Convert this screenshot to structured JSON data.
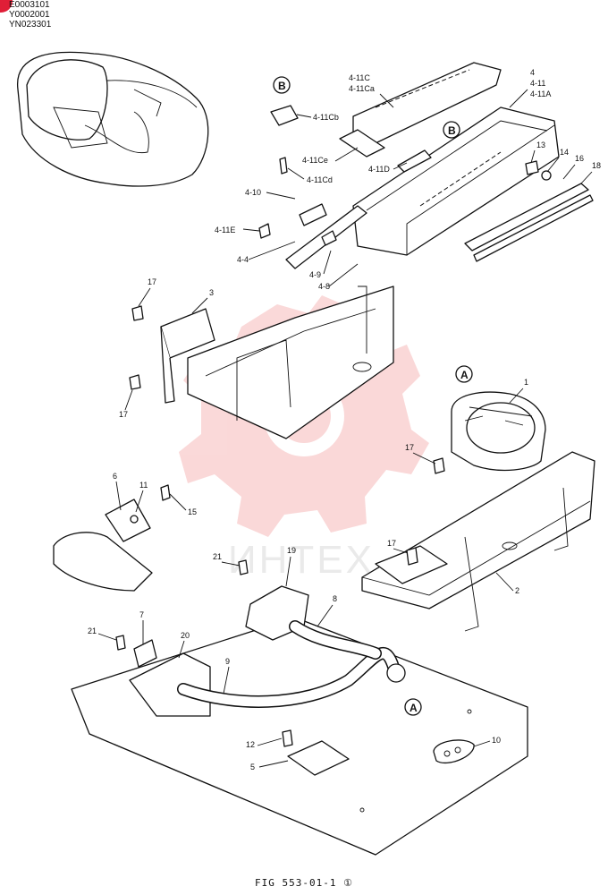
{
  "header": {
    "codes": [
      "E0003101",
      "Y0002001",
      "YN023301"
    ]
  },
  "watermark": {
    "text": "ИНТЕХ",
    "color": "#f2a6a6"
  },
  "accent_color": "#e01e37",
  "caption": "FIG 553-01-1 ①",
  "circle_labels": {
    "A": "A",
    "B": "B"
  },
  "callouts": {
    "c4": "4",
    "c4_11": "4-11",
    "c4_11A": "4-11A",
    "c4_11C": "4-11C",
    "c4_11Ca": "4-11Ca",
    "c4_11Cb": "4-11Cb",
    "c4_11Cd": "4-11Cd",
    "c4_11Ce": "4-11Ce",
    "c4_11D": "4-11D",
    "c4_11E": "4-11E",
    "c4_10": "4-10",
    "c4_4": "4-4",
    "c4_9": "4-9",
    "c4_8": "4-8",
    "c13": "13",
    "c14": "14",
    "c16": "16",
    "c18": "18",
    "c17a": "17",
    "c3": "3",
    "c17b": "17",
    "c1": "1",
    "c17c": "17",
    "c6": "6",
    "c11": "11",
    "c15": "15",
    "c21a": "21",
    "c19": "19",
    "c17d": "17",
    "c2": "2",
    "c8": "8",
    "c7": "7",
    "c20": "20",
    "c21b": "21",
    "c9": "9",
    "c12": "12",
    "c5": "5",
    "c10": "10"
  }
}
